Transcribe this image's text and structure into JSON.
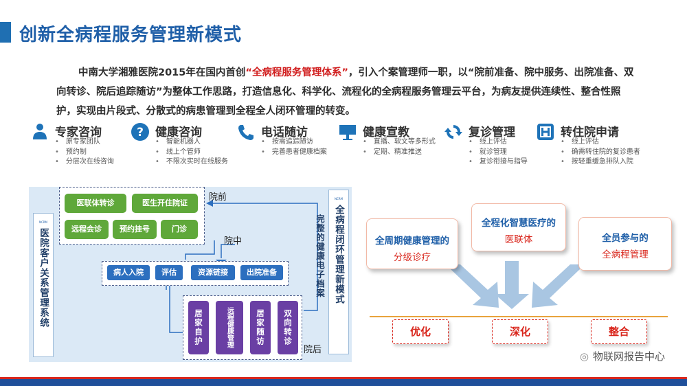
{
  "title": "创新全病程服务管理新模式",
  "intro": {
    "before": "中南大学湘雅医院2015年在国内首创",
    "highlight": "“全病程服务管理体系”",
    "after": "，引入个案管理师一职，以“院前准备、院中服务、出院准备、双向转诊、院后追踪随访”为整体工作思路，打造信息化、科学化、流程化的全病程服务管理云平台，为病友提供连续性、整合性照护，实现由片段式、分散式的病患管理到全程全人闭环管理的转变。"
  },
  "services": [
    {
      "icon": "doctor-icon",
      "title": "专家咨询",
      "items": [
        "原专家团队",
        "预约制",
        "分层次在线咨询"
      ]
    },
    {
      "icon": "question-icon",
      "title": "健康咨询",
      "items": [
        "智能机器人",
        "线上个管师",
        "不限次实时在线服务"
      ]
    },
    {
      "icon": "phone-icon",
      "title": "电话随访",
      "items": [
        "按需追踪随访",
        "完善患者健康档案"
      ]
    },
    {
      "icon": "presentation-icon",
      "title": "健康宣教",
      "items": [
        "直播、软文等多形式",
        "定期、精准推送"
      ]
    },
    {
      "icon": "refresh-icon",
      "title": "复诊管理",
      "items": [
        "线上评估",
        "就诊管理",
        "复诊衔接与指导"
      ]
    },
    {
      "icon": "hospital-icon",
      "title": "转住院申请",
      "items": [
        "线上评估",
        "确需转住院的复诊患者",
        "按轻重缓急排队入院"
      ]
    }
  ],
  "left_diagram": {
    "left_bar": "医院客户关系管理系统",
    "right_bar": "全病程闭环管理新模式",
    "tiny_label": "NCRM",
    "side_text": "完整的健康电子档案",
    "pre": {
      "label": "院前",
      "row1": [
        "医联体转诊",
        "医生开住院证"
      ],
      "row2": [
        "远程会诊",
        "预约挂号",
        "门诊"
      ]
    },
    "mid": {
      "label": "院中",
      "items": [
        "病人入院",
        "评估",
        "资源链接",
        "出院准备"
      ]
    },
    "post": {
      "label": "院后",
      "items": [
        "居家自护",
        "远程健康管理",
        "居家随访",
        "双向转诊"
      ]
    }
  },
  "right_diagram": {
    "boxes": [
      {
        "line1": "全周期健康管理的",
        "line2": "分级诊疗"
      },
      {
        "line1": "全程化智慧医疗的",
        "line2": "医联体"
      },
      {
        "line1": "全员参与的",
        "line2": "全病程管理"
      }
    ],
    "outcomes": [
      "优化",
      "深化",
      "整合"
    ]
  },
  "watermark": "物联网报告中心",
  "colors": {
    "title": "#1f5fa8",
    "accent_red": "#d11f1f",
    "green": "#5fa83a",
    "blue": "#2c6fbf",
    "purple": "#6a3fa4",
    "panel_bg": "#dbe9f6",
    "arrow": "#a9c6e2"
  }
}
